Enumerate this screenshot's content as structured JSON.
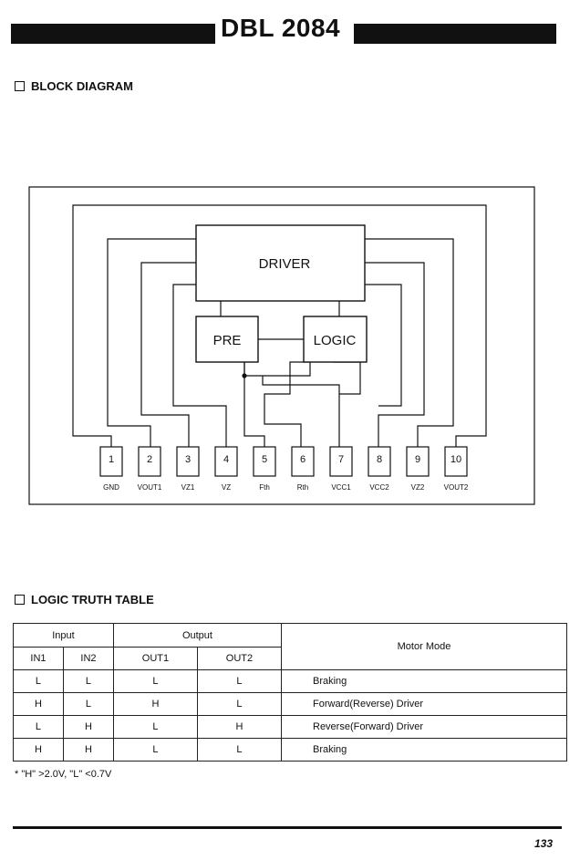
{
  "header": {
    "title": "DBL 2084"
  },
  "block_diagram": {
    "heading": "BLOCK DIAGRAM",
    "blocks": {
      "driver": "DRIVER",
      "pre": "PRE",
      "logic": "LOGIC"
    },
    "pins": [
      {
        "num": "1",
        "label": "GND"
      },
      {
        "num": "2",
        "label": "VOUT1"
      },
      {
        "num": "3",
        "label": "VZ1"
      },
      {
        "num": "4",
        "label": "VZ"
      },
      {
        "num": "5",
        "label": "Fth"
      },
      {
        "num": "6",
        "label": "Rth"
      },
      {
        "num": "7",
        "label": "VCC1"
      },
      {
        "num": "8",
        "label": "VCC2"
      },
      {
        "num": "9",
        "label": "VZ2"
      },
      {
        "num": "10",
        "label": "VOUT2"
      }
    ]
  },
  "truth_table": {
    "heading": "LOGIC TRUTH TABLE",
    "group_input": "Input",
    "group_output": "Output",
    "motor_header": "Motor Mode",
    "columns": [
      "IN1",
      "IN2",
      "OUT1",
      "OUT2"
    ],
    "rows": [
      {
        "in1": "L",
        "in2": "L",
        "out1": "L",
        "out2": "L",
        "mode": "Braking"
      },
      {
        "in1": "H",
        "in2": "L",
        "out1": "H",
        "out2": "L",
        "mode": "Forward(Reverse) Driver"
      },
      {
        "in1": "L",
        "in2": "H",
        "out1": "L",
        "out2": "H",
        "mode": "Reverse(Forward) Driver"
      },
      {
        "in1": "H",
        "in2": "H",
        "out1": "L",
        "out2": "L",
        "mode": "Braking"
      }
    ],
    "footnote": "* \"H\" >2.0V, \"L\" <0.7V"
  },
  "footer": {
    "page_number": "133"
  }
}
